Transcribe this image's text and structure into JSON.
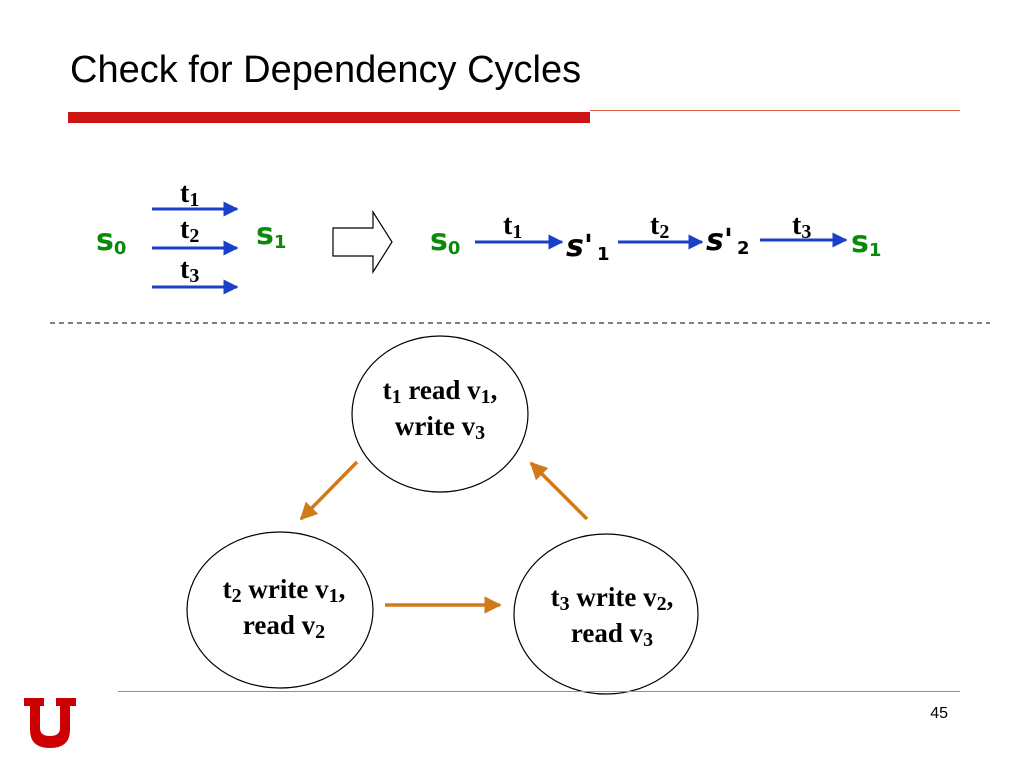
{
  "slide": {
    "title": "Check for Dependency Cycles",
    "page_number": "45"
  },
  "top_diagram": {
    "left": {
      "start": {
        "main": "s",
        "sub": "0"
      },
      "end": {
        "main": "s",
        "sub": "1"
      },
      "transitions": [
        {
          "main": "t",
          "sub": "1"
        },
        {
          "main": "t",
          "sub": "2"
        },
        {
          "main": "t",
          "sub": "3"
        }
      ]
    },
    "right": {
      "states": [
        {
          "main": "s",
          "sub": "0"
        },
        {
          "main": "s'",
          "sub": "1"
        },
        {
          "main": "s'",
          "sub": "2"
        },
        {
          "main": "s",
          "sub": "1"
        }
      ],
      "transitions": [
        {
          "main": "t",
          "sub": "1"
        },
        {
          "main": "t",
          "sub": "2"
        },
        {
          "main": "t",
          "sub": "3"
        }
      ]
    }
  },
  "cycle_nodes": [
    {
      "line1": [
        {
          "t": "t"
        },
        {
          "s": "1"
        },
        {
          "t": " read v"
        },
        {
          "s": "1"
        },
        {
          "t": ","
        }
      ],
      "line2": [
        {
          "t": "write v"
        },
        {
          "s": "3"
        }
      ]
    },
    {
      "line1": [
        {
          "t": "t"
        },
        {
          "s": "2"
        },
        {
          "t": " write v"
        },
        {
          "s": "1"
        },
        {
          "t": ","
        }
      ],
      "line2": [
        {
          "t": "read v"
        },
        {
          "s": "2"
        }
      ]
    },
    {
      "line1": [
        {
          "t": "t"
        },
        {
          "s": "3"
        },
        {
          "t": " write v"
        },
        {
          "s": "2"
        },
        {
          "t": ","
        }
      ],
      "line2": [
        {
          "t": "read v"
        },
        {
          "s": "3"
        }
      ]
    }
  ],
  "colors": {
    "title_rule": "#cc1414",
    "state_green": "#0a8a0a",
    "arrow_blue": "#1a3fc8",
    "arrow_orange": "#d07a1a",
    "logo_red": "#cc0000"
  }
}
